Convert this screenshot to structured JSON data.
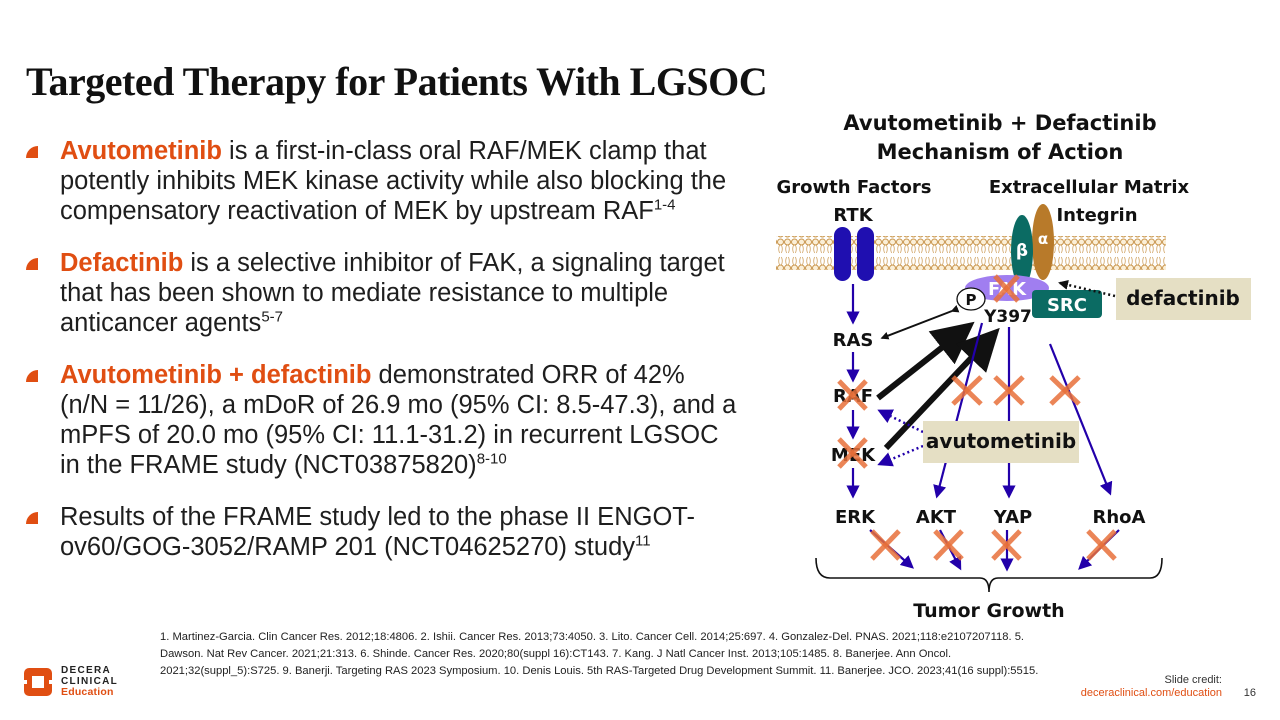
{
  "slide": {
    "title": "Targeted Therapy for Patients With LGSOC",
    "accent_color": "#e04e12",
    "page_number": "16"
  },
  "bullets": [
    {
      "highlight": "Avutometinib",
      "text": " is a first-in-class oral RAF/MEK clamp that potently inhibits MEK kinase activity while also blocking the compensatory reactivation of MEK by upstream RAF",
      "sup": "1-4"
    },
    {
      "highlight": "Defactinib",
      "text": " is a selective inhibitor of FAK, a signaling target that has been shown to mediate resistance to multiple anticancer agents",
      "sup": "5-7"
    },
    {
      "highlight": "Avutometinib + defactinib",
      "text": " demonstrated ORR of 42% (n/N = 11/26), a mDoR of 26.9 mo (95% CI: 8.5-47.3), and a mPFS of 20.0 mo (95% CI: 11.1-31.2) in recurrent LGSOC in the FRAME study (NCT03875820)",
      "sup": "8-10"
    },
    {
      "highlight": "",
      "text": "Results of the FRAME study led to the phase II ENGOT-ov60/GOG-3052/RAMP 201 (NCT04625270) study",
      "sup": "11"
    }
  ],
  "diagram": {
    "title_line1": "Avutometinib + Defactinib",
    "title_line2": "Mechanism of Action",
    "growth_factors": "Growth Factors",
    "extracellular_matrix": "Extracellular Matrix",
    "rtk": "RTK",
    "integrin": "Integrin",
    "beta": "β",
    "alpha": "α",
    "fak": "FAK",
    "src": "SRC",
    "p": "P",
    "y397": "Y397",
    "ras": "RAS",
    "raf": "RAF",
    "mek": "MEK",
    "erk": "ERK",
    "akt": "AKT",
    "yap": "YAP",
    "rhoa": "RhoA",
    "tumor_growth": "Tumor Growth",
    "defactinib_label": "defactinib",
    "avutometinib_label": "avutometinib",
    "colors": {
      "pathway_arrow": "#2200aa",
      "inhibition_x": "#e8703a",
      "rtk": "#1f0fb0",
      "integrin_beta": "#0b6b63",
      "integrin_alpha": "#b87a2a",
      "fak": "#a07ef0",
      "src": "#0b6b63",
      "drug_box": "#e5dfc4",
      "membrane": "#c8944a"
    }
  },
  "references": "1. Martinez-Garcia. Clin Cancer Res. 2012;18:4806. 2. Ishii. Cancer Res. 2013;73:4050. 3. Lito. Cancer Cell. 2014;25:697. 4. Gonzalez-Del. PNAS. 2021;118:e2107207118. 5. Dawson. Nat Rev Cancer. 2021;21:313. 6. Shinde. Cancer Res. 2020;80(suppl 16):CT143. 7. Kang. J Natl Cancer Inst. 2013;105:1485. 8. Banerjee. Ann Oncol. 2021;32(suppl_5):S725. 9. Banerji. Targeting RAS 2023 Symposium. 10. Denis Louis. 5th RAS-Targeted Drug Development Summit. 11. Banerjee. JCO. 2023;41(16 suppl):5515.",
  "logo": {
    "line1": "DECERA",
    "line2": "CLINICAL",
    "line3": "Education"
  },
  "credit": {
    "label": "Slide credit:",
    "link": "deceraclinical.com/education"
  }
}
